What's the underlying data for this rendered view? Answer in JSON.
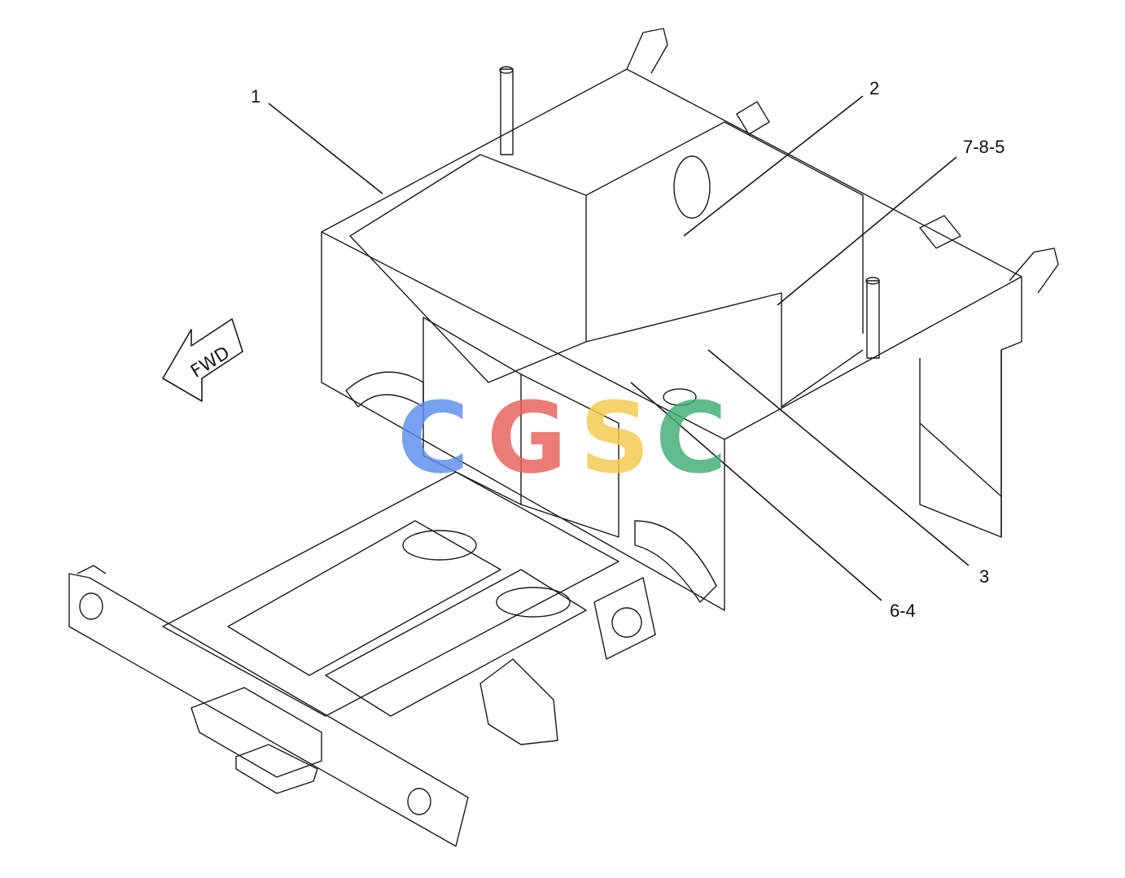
{
  "diagram": {
    "callouts": [
      {
        "id": "c1",
        "text": "1"
      },
      {
        "id": "c2",
        "text": "2"
      },
      {
        "id": "c785",
        "text": "7-8-5"
      },
      {
        "id": "c3",
        "text": "3"
      },
      {
        "id": "c64",
        "text": "6-4"
      }
    ],
    "direction_arrow": {
      "label": "FWD"
    },
    "watermark": {
      "letters": [
        "C",
        "G",
        "S",
        "C"
      ],
      "colors": [
        "#5b8def",
        "#e8605a",
        "#f2c94c",
        "#3fae75"
      ]
    },
    "line_color": "#1a1a1a"
  }
}
